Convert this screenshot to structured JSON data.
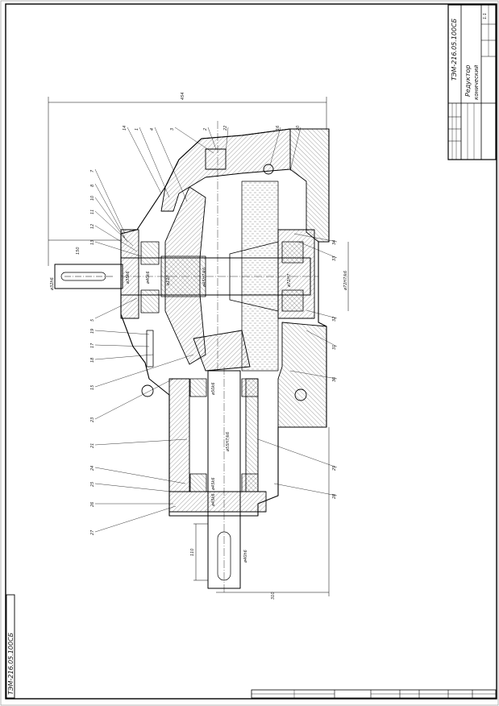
{
  "title_block": {
    "code": "ТЭМ-216.05.100СБ",
    "name_line1": "Редуктор",
    "name_line2": "конический",
    "scale": "1:1"
  },
  "side_stamp": "ТЭМ-216.05.100СБ",
  "dimensions": {
    "overall_width": "454",
    "input_shaft_len": "150",
    "input_shaft_dia": "ø32h6",
    "output_shaft_dia": "ø40h6",
    "output_shaft_len": "110",
    "output_bottom_width": "310",
    "bore_left_1": "ø35k6",
    "bore_left_2": "ø40k6",
    "bore_center": "ø120",
    "fit_center": "ø45H7/k6",
    "fit_right_1": "ø72H7",
    "fit_right_2": "ø72H7/k6",
    "bore_vertical": "ø45k6",
    "bore_lower_1": "ø50k6",
    "bore_lower_2": "ø45k6",
    "fit_lower": "ø55H7/k6"
  },
  "leader_numbers": [
    "14",
    "1",
    "4",
    "3",
    "2",
    "22",
    "16",
    "20",
    "7",
    "8",
    "10",
    "11",
    "12",
    "13",
    "5",
    "19",
    "17",
    "18",
    "15",
    "23",
    "21",
    "24",
    "25",
    "26",
    "27",
    "28",
    "29",
    "30",
    "31",
    "32",
    "33",
    "34"
  ]
}
